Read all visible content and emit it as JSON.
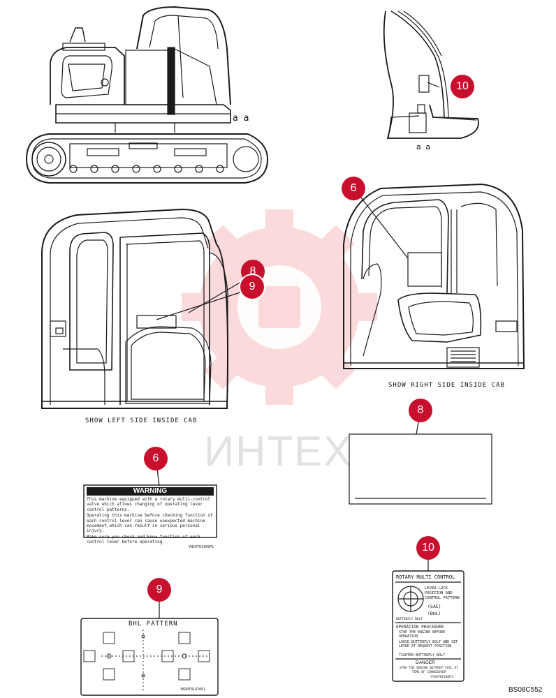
{
  "callouts": {
    "c10_top": "10",
    "c6_right": "6",
    "c8_left": "8",
    "c9_left": "9",
    "c8_panel": "8",
    "c6_panel": "6",
    "c10_panel": "10",
    "c9_panel": "9"
  },
  "marks": {
    "machine_a": "a a",
    "detail_a": "a a"
  },
  "captions": {
    "right_cab": "SHOW RIGHT SIDE INSIDE CAB",
    "left_cab": "SHOW LEFT SIDE INSIDE CAB",
    "ref_code": "BS08C552"
  },
  "watermark": {
    "text": "ИНТЕХ",
    "color": "#e8232a"
  },
  "warning_label": {
    "heading": "WARNING",
    "line1": "This machine equipped with a rotary multi-control valve which allows changing of operating lever control patterns.",
    "line2": "Operating this machine before checking function of each control lever can cause unexpected machine movement,which can result in serious personal injury.",
    "line3": "Make sure you check and know function of each control lever before operating.",
    "code": "YN20T01309P1"
  },
  "bhl_label": {
    "title": "BHL PATTERN",
    "code": "YN20T01476P1"
  },
  "rotary_label": {
    "title": "ROTARY MULTI CONTROL",
    "lever_lock": "LEVER-LOCK POSITION AND CONTROL PATTERN",
    "sae": "(SAE)",
    "bhl": "(BHL)",
    "butterfly": "BUTTERFLY BOLT",
    "proc_title": "OPERATION PROCEDURE",
    "step1": "STOP THE ENGINE BEFORE OPERATION",
    "step2": "LOOSE BUTTERFLY BOLT AND SET LEVER AT REQUEST POSITION",
    "step3": "TIGHTEN BUTTERFLY BOLT",
    "danger": "DANGER",
    "danger_text": "STOP THE ENGINE WITHOUT FAIL AT TIME OF CHANGEOVER",
    "code": "YY20T01206P1"
  },
  "colors": {
    "accent": "#c8102e",
    "line": "#1a1a1a"
  }
}
